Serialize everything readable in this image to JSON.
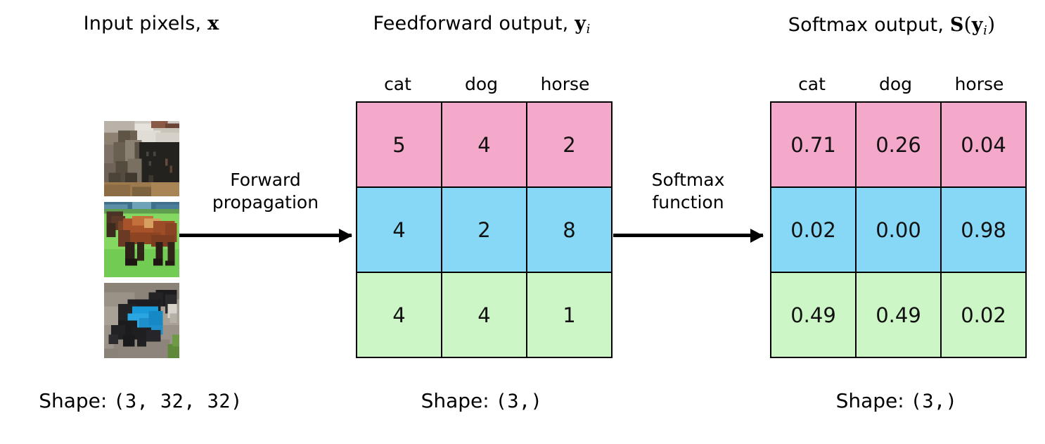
{
  "diagram": {
    "title_left": "Input pixels,",
    "title_left_math": "x",
    "title_mid": "Feedforward output,",
    "title_mid_math": "y",
    "title_mid_sub": "i",
    "title_right": "Softmax output,",
    "title_right_math_s": "S",
    "title_right_paren_open": "(",
    "title_right_math_y": "y",
    "title_right_sub": "i",
    "title_right_paren_close": ")"
  },
  "classes": [
    "cat",
    "dog",
    "horse"
  ],
  "arrows": [
    {
      "line1": "Forward",
      "line2": "propagation"
    },
    {
      "line1": "Softmax",
      "line2": "function"
    }
  ],
  "shapes": {
    "left_prefix": "Shape:",
    "left_value": "(3, 32, 32)",
    "mid_prefix": "Shape:",
    "mid_value": "(3,)",
    "right_prefix": "Shape:",
    "right_value": "(3,)"
  },
  "thumbnails": [
    {
      "name": "cat-thumbnail",
      "alt": "cat"
    },
    {
      "name": "horse-thumbnail",
      "alt": "horse"
    },
    {
      "name": "dog-thumbnail",
      "alt": "dog"
    }
  ],
  "colors": {
    "row_pink": "#f4a8ca",
    "row_blue": "#86d8f6",
    "row_green": "#cdf6c6",
    "border": "#000000",
    "text": "#000000"
  },
  "chart_data": {
    "type": "table",
    "title": "Softmax transformation of feedforward logits",
    "columns": [
      "cat",
      "dog",
      "horse"
    ],
    "logits": {
      "title": "Feedforward output, y_i",
      "shape": "(3,)",
      "rows": [
        {
          "row_color": "#f4a8ca",
          "values": [
            5,
            4,
            2
          ]
        },
        {
          "row_color": "#86d8f6",
          "values": [
            4,
            2,
            8
          ]
        },
        {
          "row_color": "#cdf6c6",
          "values": [
            4,
            4,
            1
          ]
        }
      ]
    },
    "softmax": {
      "title": "Softmax output, S(y_i)",
      "shape": "(3,)",
      "rows": [
        {
          "row_color": "#f4a8ca",
          "values": [
            "0.71",
            "0.26",
            "0.04"
          ]
        },
        {
          "row_color": "#86d8f6",
          "values": [
            "0.02",
            "0.00",
            "0.98"
          ]
        },
        {
          "row_color": "#cdf6c6",
          "values": [
            "0.49",
            "0.49",
            "0.02"
          ]
        }
      ]
    },
    "input": {
      "title": "Input pixels, x",
      "shape": "(3, 32, 32)",
      "items": [
        "cat",
        "horse",
        "dog"
      ]
    }
  },
  "matrix_logits": [
    [
      "5",
      "4",
      "2"
    ],
    [
      "4",
      "2",
      "8"
    ],
    [
      "4",
      "4",
      "1"
    ]
  ],
  "matrix_softmax": [
    [
      "0.71",
      "0.26",
      "0.04"
    ],
    [
      "0.02",
      "0.00",
      "0.98"
    ],
    [
      "0.49",
      "0.49",
      "0.02"
    ]
  ]
}
